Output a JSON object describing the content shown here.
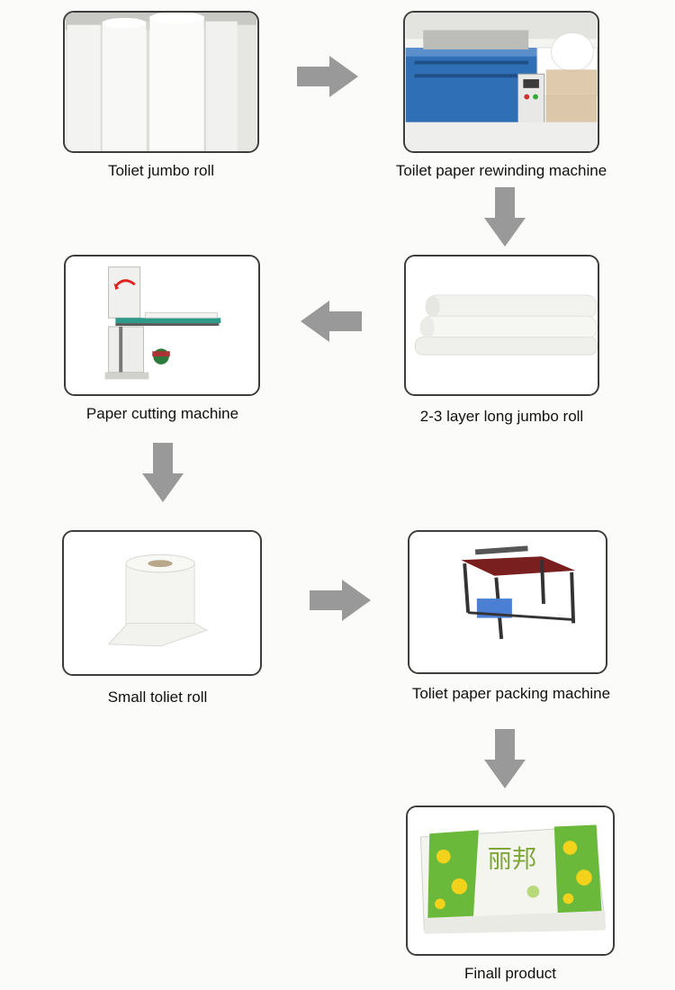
{
  "steps": [
    {
      "label": "Toliet jumbo roll"
    },
    {
      "label": "Toilet paper rewinding machine"
    },
    {
      "label": "2-3 layer long jumbo roll"
    },
    {
      "label": "Paper cutting machine"
    },
    {
      "label": "Small toliet roll"
    },
    {
      "label": "Toliet paper packing machine"
    },
    {
      "label": "Finall product"
    }
  ],
  "arrow_color": "#999999",
  "package_text": "丽邦"
}
